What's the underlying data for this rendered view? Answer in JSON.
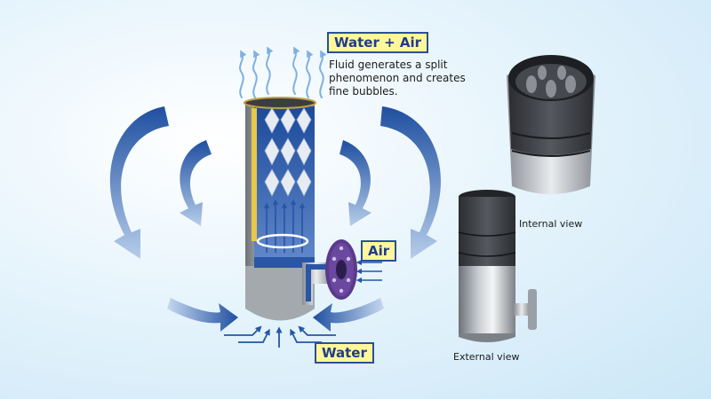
{
  "labels": {
    "water_air": "Water + Air",
    "air": "Air",
    "water": "Water"
  },
  "description": {
    "line1": "Fluid generates a split",
    "line2": "phenomenon and creates",
    "line3": "fine bubbles."
  },
  "captions": {
    "internal_view": "Internal view",
    "external_view": "External view"
  },
  "colors": {
    "background": "#d6edf9",
    "flow_arrow": "#1f4fa0",
    "label_fill": "#fff79a",
    "label_border": "#2a4f9a",
    "flange": "#5a3a8c",
    "steel": "#9aa0a6"
  }
}
